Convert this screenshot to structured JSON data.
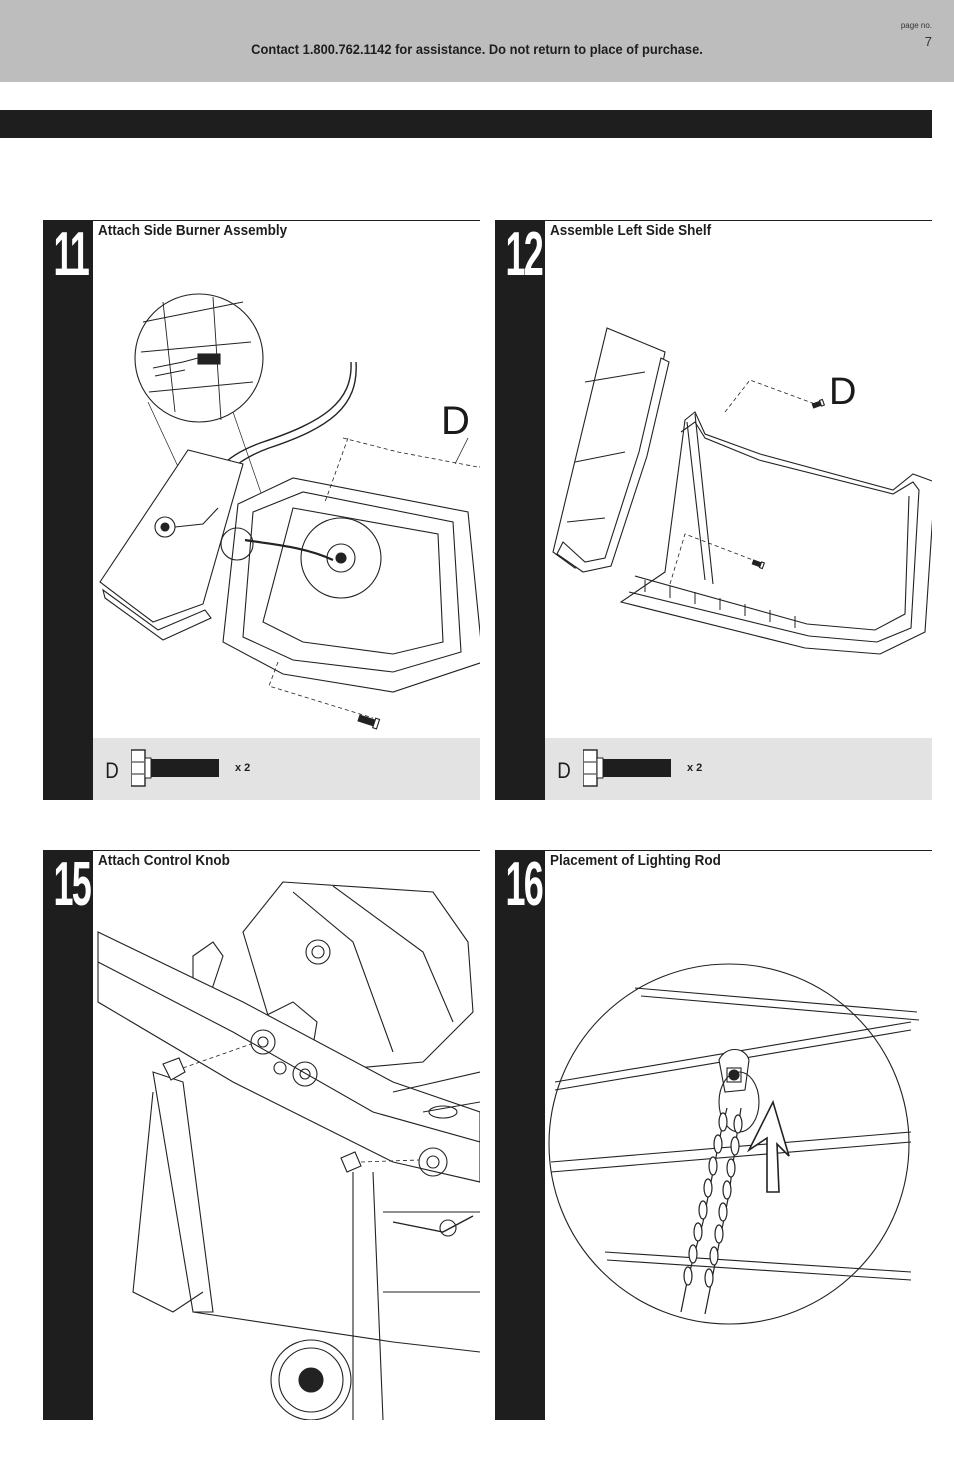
{
  "header": {
    "contact": "Contact 1.800.762.1142 for assistance. Do not return to place of purchase.",
    "page_label": "page no.",
    "page_number": "7"
  },
  "steps": [
    {
      "number": "11",
      "title": "Attach Side Burner Assembly",
      "callout": "D",
      "part_letter": "D",
      "part_qty": "x 2"
    },
    {
      "number": "12",
      "title": "Assemble Left Side Shelf",
      "callout": "D",
      "part_letter": "D",
      "part_qty": "x 2"
    },
    {
      "number": "15",
      "title": "Attach Control Knob"
    },
    {
      "number": "16",
      "title": "Placement of Lighting Rod"
    }
  ],
  "icons": {
    "bolt": "hex-bolt-icon",
    "arrow": "up-arrow-icon"
  }
}
